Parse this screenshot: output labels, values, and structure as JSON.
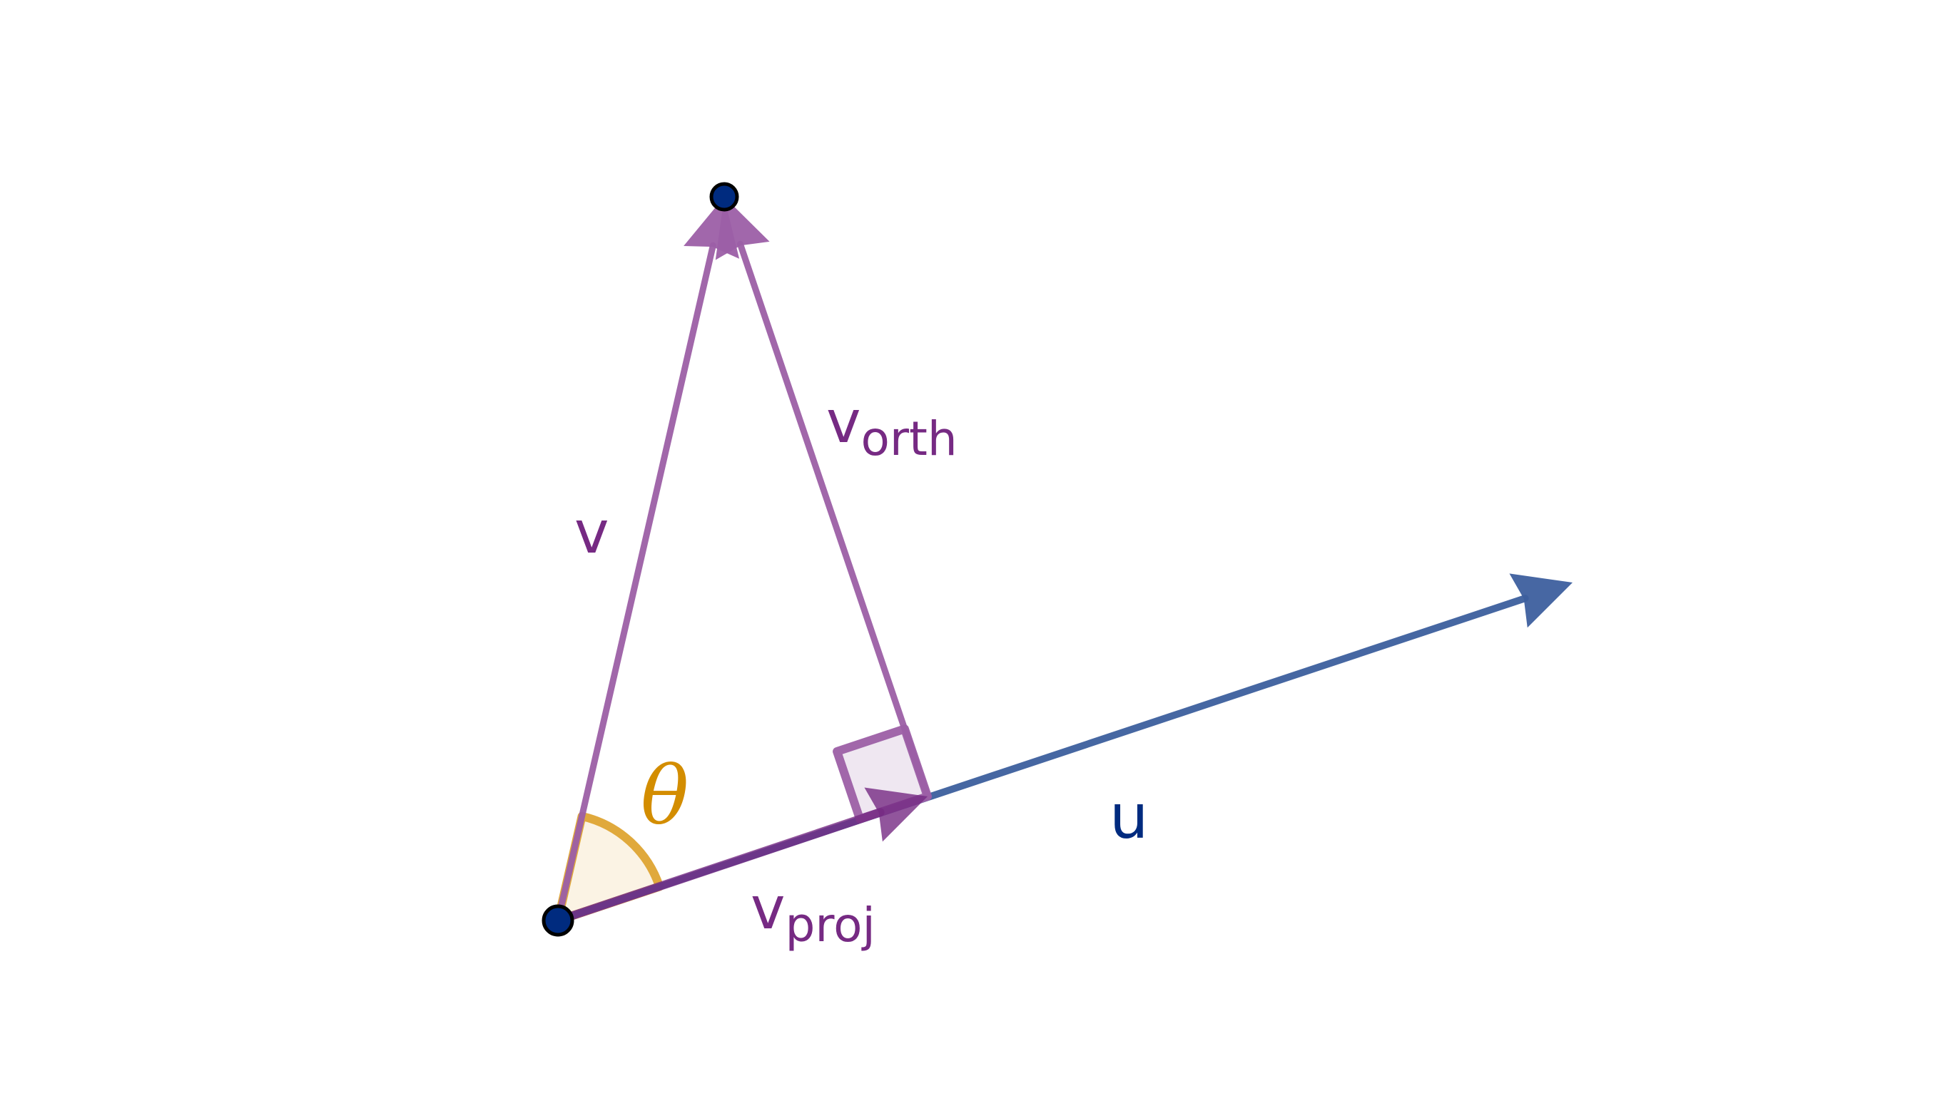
{
  "diagram": {
    "title": "Vector projection of v onto u",
    "labels": {
      "v": "v",
      "v_orth_main": "v",
      "v_orth_sub": "orth",
      "v_proj_main": "v",
      "v_proj_sub": "proj",
      "u": "u",
      "theta": "θ"
    },
    "colors": {
      "purple": "#9C5FA6",
      "purple_dark": "#762A83",
      "blue": "#3D5F9E",
      "dark_blue": "#002B7F",
      "orange": "#E0A93C",
      "theta": "#D38D00"
    }
  }
}
